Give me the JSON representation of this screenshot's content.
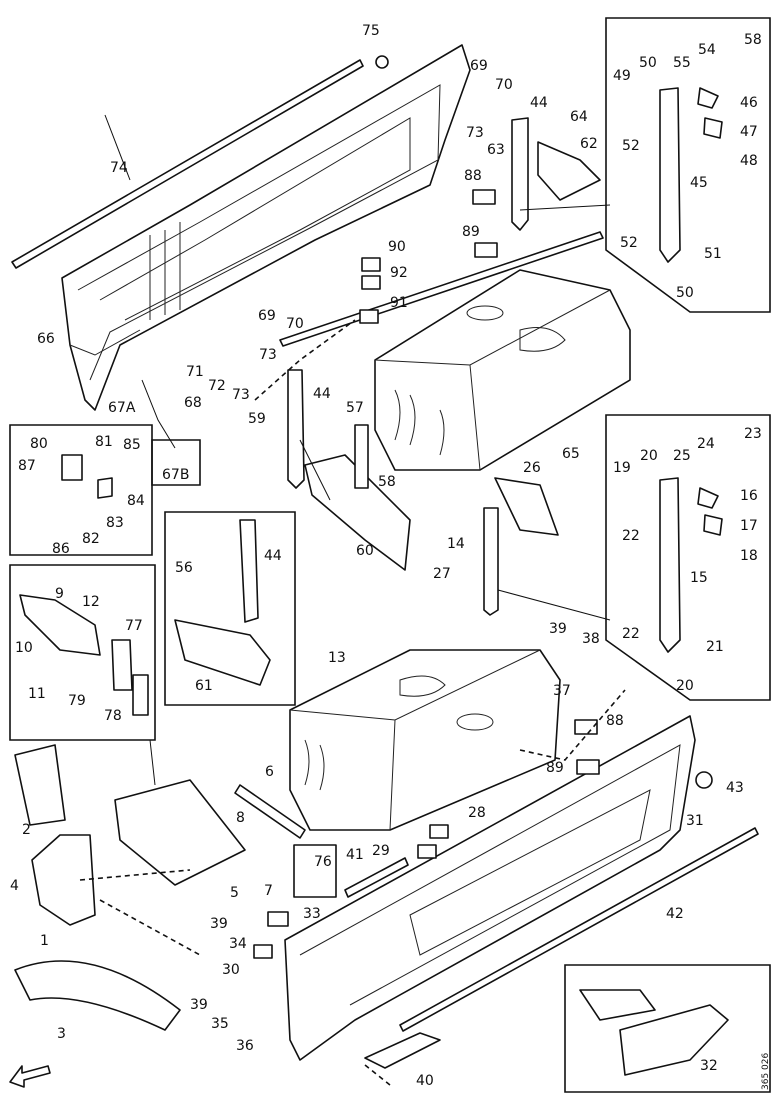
{
  "drawing_number": "365 026",
  "callouts": {
    "c1": "1",
    "c2": "2",
    "c3": "3",
    "c4": "4",
    "c5": "5",
    "c6": "6",
    "c7": "7",
    "c8": "8",
    "c9": "9",
    "c10": "10",
    "c11": "11",
    "c12": "12",
    "c13": "13",
    "c14": "14",
    "c15": "15",
    "c16": "16",
    "c17": "17",
    "c18": "18",
    "c19": "19",
    "c20a": "20",
    "c20b": "20",
    "c21": "21",
    "c22a": "22",
    "c22b": "22",
    "c23": "23",
    "c24": "24",
    "c25": "25",
    "c26": "26",
    "c27": "27",
    "c28": "28",
    "c29": "29",
    "c30": "30",
    "c31": "31",
    "c32": "32",
    "c33": "33",
    "c34": "34",
    "c35": "35",
    "c36": "36",
    "c37": "37",
    "c38": "38",
    "c39a": "39",
    "c39b": "39",
    "c39c": "39",
    "c40": "40",
    "c41": "41",
    "c42": "42",
    "c43": "43",
    "c44a": "44",
    "c44b": "44",
    "c44c": "44",
    "c45": "45",
    "c46": "46",
    "c47": "47",
    "c48": "48",
    "c49": "49",
    "c50a": "50",
    "c50b": "50",
    "c51": "51",
    "c52a": "52",
    "c52b": "52",
    "c54": "54",
    "c55": "55",
    "c56": "56",
    "c57": "57",
    "c58a": "58",
    "c58b": "58",
    "c59": "59",
    "c60": "60",
    "c61": "61",
    "c62": "62",
    "c63": "63",
    "c64": "64",
    "c65": "65",
    "c66": "66",
    "c67A": "67A",
    "c67B": "67B",
    "c68": "68",
    "c69a": "69",
    "c69b": "69",
    "c70a": "70",
    "c70b": "70",
    "c71": "71",
    "c72": "72",
    "c73a": "73",
    "c73b": "73",
    "c73c": "73",
    "c74": "74",
    "c75": "75",
    "c76": "76",
    "c77": "77",
    "c78": "78",
    "c79": "79",
    "c80": "80",
    "c81": "81",
    "c82": "82",
    "c83": "83",
    "c84": "84",
    "c85": "85",
    "c86": "86",
    "c87": "87",
    "c88a": "88",
    "c88b": "88",
    "c89a": "89",
    "c89b": "89",
    "c90": "90",
    "c91": "91",
    "c92": "92"
  }
}
